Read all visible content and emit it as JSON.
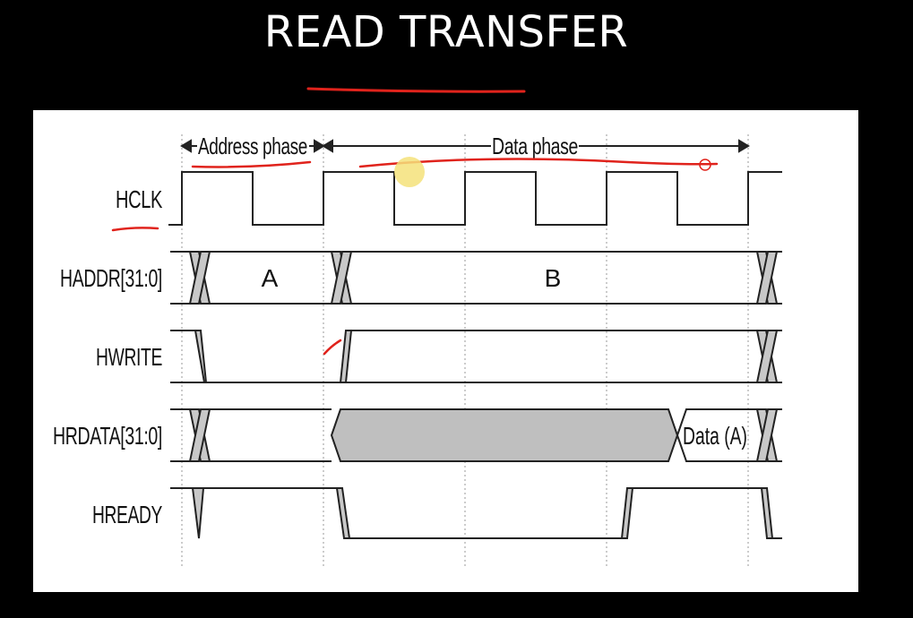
{
  "slide": {
    "title": "READ TRANSFER"
  },
  "diagram": {
    "phases": {
      "address": "Address phase",
      "data": "Data phase"
    },
    "signals": {
      "hclk": "HCLK",
      "haddr": "HADDR[31:0]",
      "hwrite": "HWRITE",
      "hrdata": "HRDATA[31:0]",
      "hready": "HREADY"
    },
    "values": {
      "haddr_a": "A",
      "haddr_b": "B",
      "hrdata_a": "Data (A)"
    }
  },
  "colors": {
    "page": "#000000",
    "panel": "#ffffff",
    "wave": "#222222",
    "gray_fill": "#bfbfbf",
    "annotation": "#e0231c",
    "pointer": "#f5e27a"
  }
}
